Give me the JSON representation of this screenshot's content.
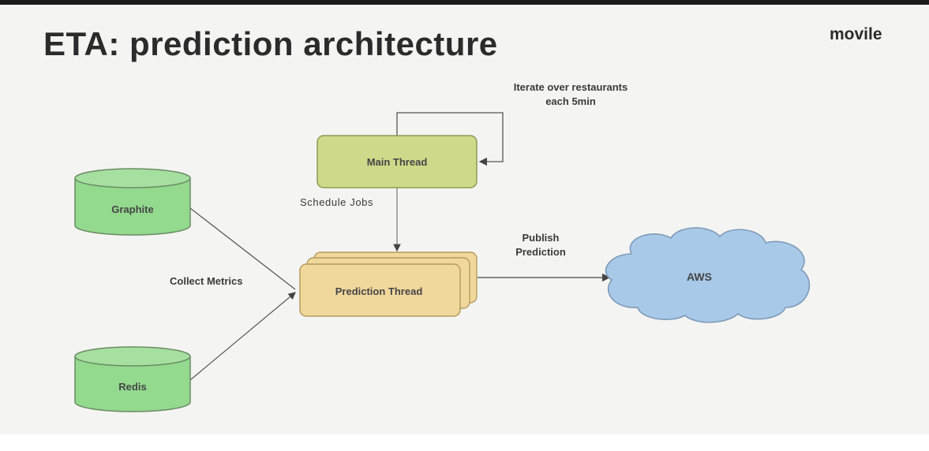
{
  "slide": {
    "title": "ETA: prediction architecture",
    "logo": "movile"
  },
  "nodes": {
    "graphite": "Graphite",
    "redis": "Redis",
    "main_thread": "Main Thread",
    "prediction_thread": "Prediction Thread",
    "aws": "AWS"
  },
  "edges": {
    "loop_label_line1": "Iterate over restaurants",
    "loop_label_line2": "each 5min",
    "schedule_jobs": "Schedule Jobs",
    "collect_metrics": "Collect Metrics",
    "publish_line1": "Publish",
    "publish_line2": "Prediction"
  },
  "colors": {
    "database_fill": "#93d98e",
    "main_thread_fill": "#cfd98a",
    "prediction_thread_fill": "#f0d79c",
    "cloud_fill": "#a9c9e8"
  }
}
